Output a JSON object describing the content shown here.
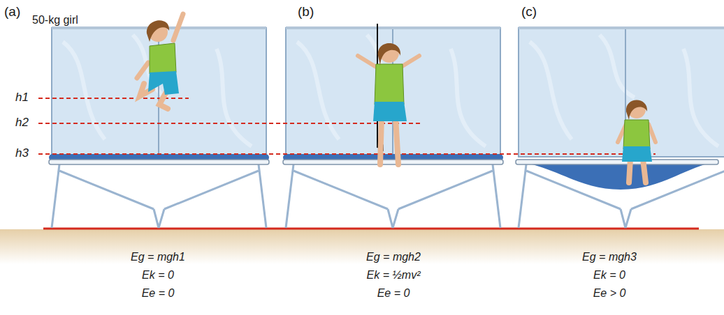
{
  "diagram": {
    "labels": [
      "(a)",
      "50-kg girl",
      "h1",
      "h2",
      "h3",
      "(b)",
      "(c)",
      "Eg = mgh1",
      "Ek = 0",
      "Ee = 0",
      "Eg = mgh2",
      "Ek = ½mv²",
      "Ee = 0",
      "Eg = mgh3",
      "Ek = 0",
      "Ee > 0"
    ]
  }
}
